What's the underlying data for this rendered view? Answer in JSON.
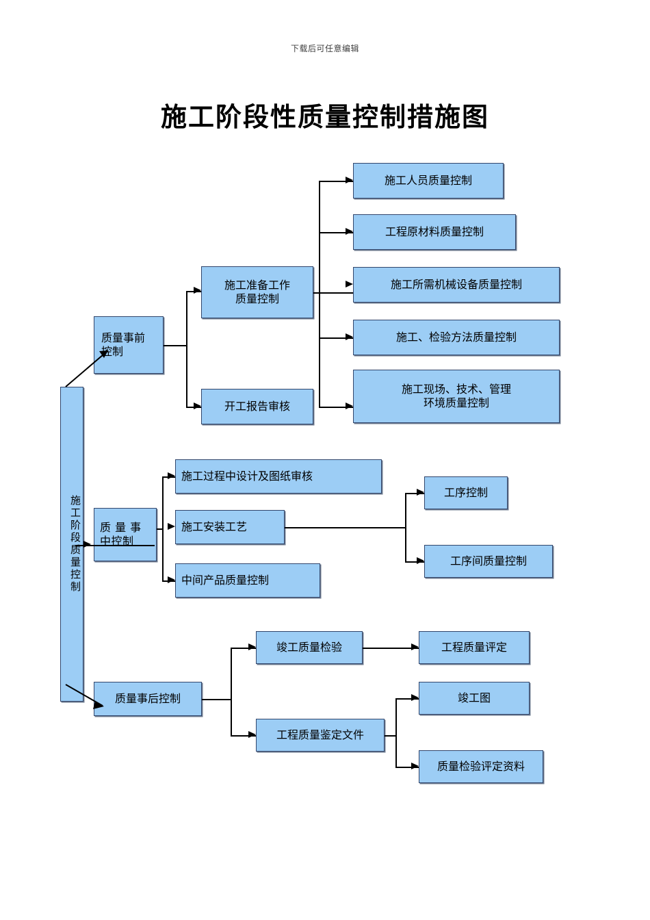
{
  "page": {
    "header_note": "下载后可任意编辑",
    "title": "施工阶段性质量控制措施图"
  },
  "theme": {
    "node_fill": "#9CCDF5",
    "node_border": "#31456B",
    "node_shadow": "#6E7B8F",
    "connector": "#000000",
    "background": "#ffffff",
    "text": "#000000"
  },
  "chart_data": {
    "type": "diagram",
    "title": "施工阶段性质量控制措施图",
    "orientation": "left-to-right tree",
    "nodes": [
      {
        "id": "root",
        "label": "施工阶段质量控制",
        "level": 0
      },
      {
        "id": "pre",
        "label": "质量事前控制",
        "level": 1
      },
      {
        "id": "during",
        "label": "质 量 事\n中控制",
        "level": 1
      },
      {
        "id": "post",
        "label": "质量事后控制",
        "level": 1
      },
      {
        "id": "prep",
        "label": "施工准备工作\n质量控制",
        "level": 2
      },
      {
        "id": "startreport",
        "label": "开工报告审核",
        "level": 2
      },
      {
        "id": "personnel",
        "label": "施工人员质量控制",
        "level": 3
      },
      {
        "id": "material",
        "label": "工程原材料质量控制",
        "level": 3
      },
      {
        "id": "machinery",
        "label": "施工所需机械设备质量控制",
        "level": 3
      },
      {
        "id": "method",
        "label": "施工、检验方法质量控制",
        "level": 3
      },
      {
        "id": "environment",
        "label": "施工现场、技术、管理\n环境质量控制",
        "level": 3
      },
      {
        "id": "design",
        "label": "施工过程中设计及图纸审核",
        "level": 2
      },
      {
        "id": "installart",
        "label": "施工安装工艺",
        "level": 2
      },
      {
        "id": "midproduct",
        "label": "中间产品质量控制",
        "level": 2
      },
      {
        "id": "process",
        "label": "工序控制",
        "level": 3
      },
      {
        "id": "interprocess",
        "label": "工序间质量控制",
        "level": 3
      },
      {
        "id": "finalcheck",
        "label": "竣工质量检验",
        "level": 2
      },
      {
        "id": "appraisal",
        "label": "工程质量鉴定文件",
        "level": 2
      },
      {
        "id": "evaluation",
        "label": "工程质量评定",
        "level": 3
      },
      {
        "id": "asbuilt",
        "label": "竣工图",
        "level": 3
      },
      {
        "id": "records",
        "label": "质量检验评定资料",
        "level": 3
      }
    ],
    "edges": [
      {
        "from": "root",
        "to": "pre"
      },
      {
        "from": "root",
        "to": "during"
      },
      {
        "from": "root",
        "to": "post"
      },
      {
        "from": "pre",
        "to": "prep"
      },
      {
        "from": "pre",
        "to": "startreport"
      },
      {
        "from": "prep",
        "to": "personnel"
      },
      {
        "from": "prep",
        "to": "material"
      },
      {
        "from": "prep",
        "to": "machinery"
      },
      {
        "from": "prep",
        "to": "method"
      },
      {
        "from": "prep",
        "to": "environment"
      },
      {
        "from": "during",
        "to": "design"
      },
      {
        "from": "during",
        "to": "installart"
      },
      {
        "from": "during",
        "to": "midproduct"
      },
      {
        "from": "installart",
        "to": "process"
      },
      {
        "from": "installart",
        "to": "interprocess"
      },
      {
        "from": "post",
        "to": "finalcheck"
      },
      {
        "from": "post",
        "to": "appraisal"
      },
      {
        "from": "finalcheck",
        "to": "evaluation"
      },
      {
        "from": "appraisal",
        "to": "asbuilt"
      },
      {
        "from": "appraisal",
        "to": "records"
      }
    ]
  },
  "nodes": {
    "root": "施工阶段质量控制",
    "pre": "质量事前\n控制",
    "during": "质 量 事\n中控制",
    "post": "质量事后控制",
    "prep": "施工准备工作\n质量控制",
    "startreport": "开工报告审核",
    "personnel": "施工人员质量控制",
    "material": "工程原材料质量控制",
    "machinery": "施工所需机械设备质量控制",
    "method": "施工、检验方法质量控制",
    "environment": "施工现场、技术、管理\n环境质量控制",
    "design": "施工过程中设计及图纸审核",
    "installart": "施工安装工艺",
    "midproduct": "中间产品质量控制",
    "process": "工序控制",
    "interprocess": "工序间质量控制",
    "finalcheck": "竣工质量检验",
    "appraisal": "工程质量鉴定文件",
    "evaluation": "工程质量评定",
    "asbuilt": "竣工图",
    "records": "质量检验评定资料"
  }
}
